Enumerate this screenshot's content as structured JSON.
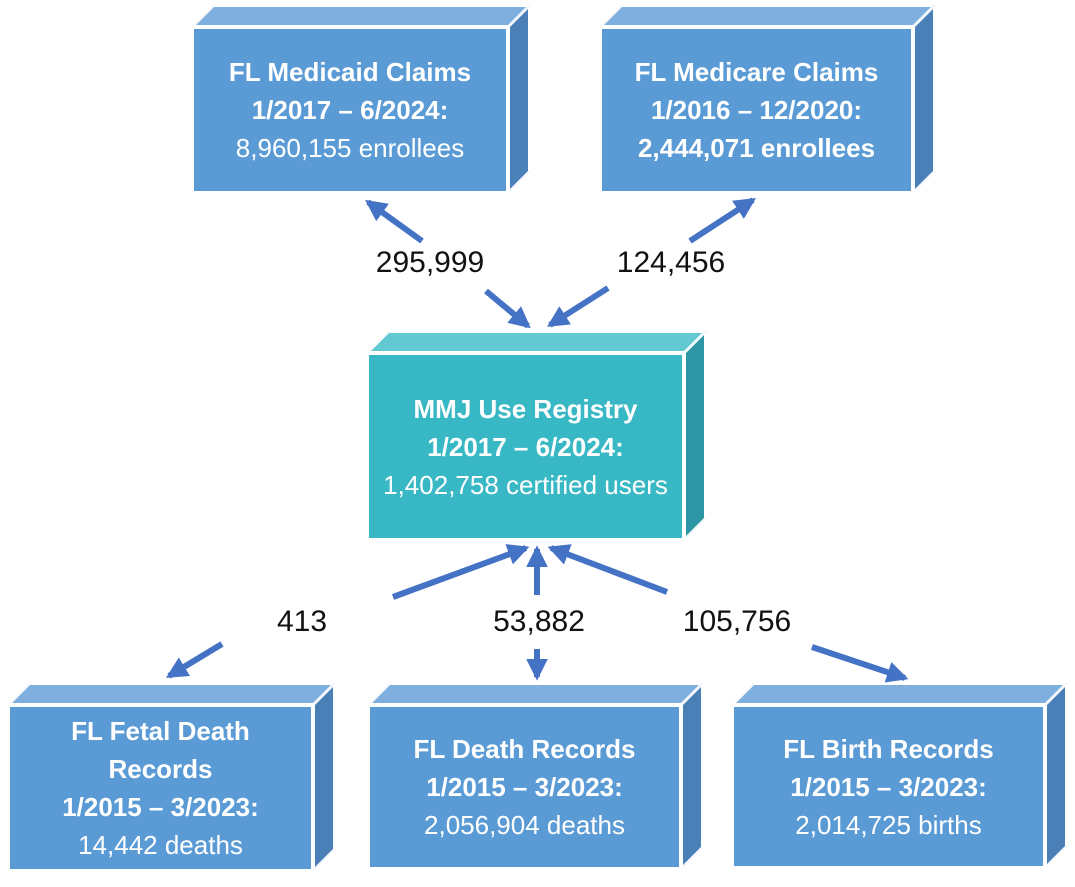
{
  "nodes": {
    "medicaid": {
      "lines": [
        "FL Medicaid Claims",
        "1/2017 – 6/2024:",
        "8,960,155 enrollees"
      ]
    },
    "medicare": {
      "lines": [
        "FL Medicare Claims",
        "1/2016 – 12/2020:",
        "2,444,071 enrollees"
      ]
    },
    "registry": {
      "lines": [
        "MMJ Use Registry",
        "1/2017 – 6/2024:",
        "1,402,758 certified users"
      ]
    },
    "fetal": {
      "lines": [
        "FL Fetal Death Records",
        "1/2015 – 3/2023:",
        "14,442 deaths"
      ]
    },
    "death": {
      "lines": [
        "FL Death Records",
        "1/2015 – 3/2023:",
        "2,056,904 deaths"
      ]
    },
    "birth": {
      "lines": [
        "FL Birth Records",
        "1/2015 – 3/2023:",
        "2,014,725 births"
      ]
    }
  },
  "links": {
    "medicaid_registry": "295,999",
    "medicare_registry": "124,456",
    "fetal_registry": "413",
    "death_registry": "53,882",
    "birth_registry": "105,756"
  },
  "colors": {
    "box_blue_front": "#5b9bd5",
    "box_blue_top": "#7fafdf",
    "box_blue_side": "#4a7fb8",
    "box_teal_front": "#38b7c4",
    "box_teal_top": "#62c9d2",
    "box_teal_side": "#2e96a5",
    "arrow": "#4472c4",
    "label_text": "#111111",
    "box_text": "#ffffff"
  }
}
